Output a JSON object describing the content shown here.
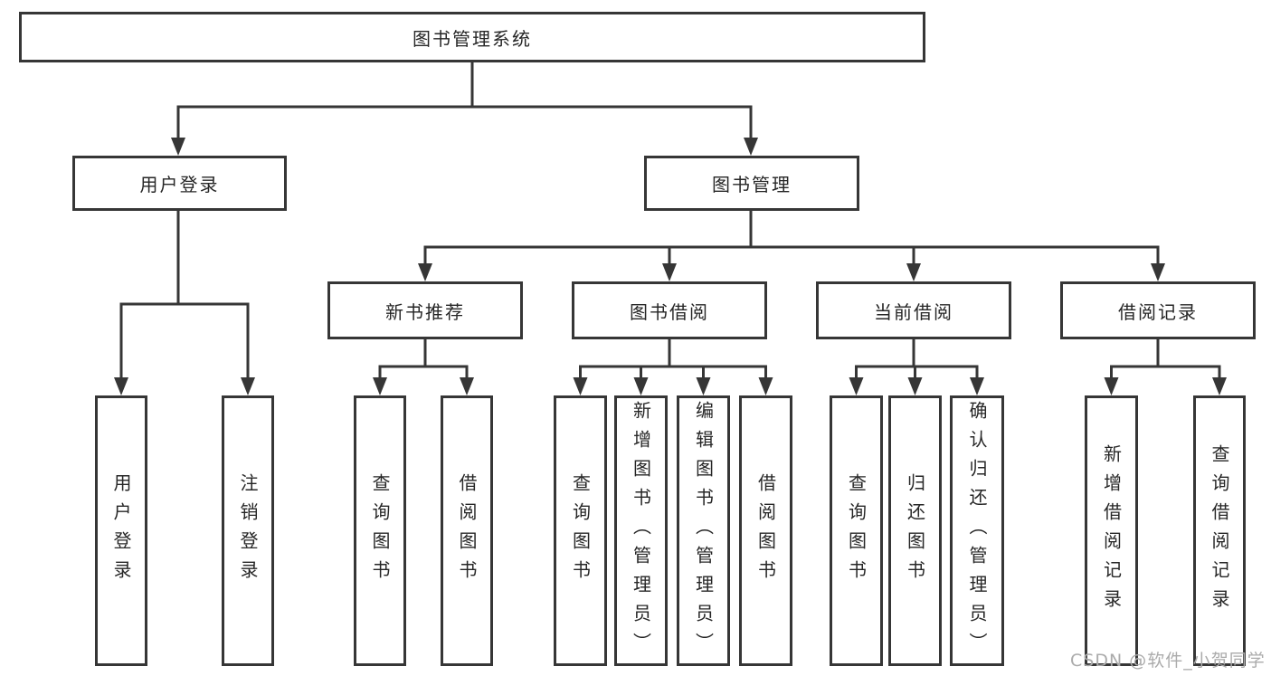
{
  "diagram": {
    "title": "图书管理系统",
    "line_color": "#363636",
    "box_background": "#ffffff",
    "text_color": "#262626",
    "tree": {
      "label": "图书管理系统",
      "children": [
        {
          "label": "用户登录",
          "children": [
            {
              "label": "用户登录"
            },
            {
              "label": "注销登录"
            }
          ]
        },
        {
          "label": "图书管理",
          "children": [
            {
              "label": "新书推荐",
              "children": [
                {
                  "label": "查询图书"
                },
                {
                  "label": "借阅图书"
                }
              ]
            },
            {
              "label": "图书借阅",
              "children": [
                {
                  "label": "查询图书"
                },
                {
                  "label": "新增图书（管理员）"
                },
                {
                  "label": "编辑图书（管理员）"
                },
                {
                  "label": "借阅图书"
                }
              ]
            },
            {
              "label": "当前借阅",
              "children": [
                {
                  "label": "查询图书"
                },
                {
                  "label": "归还图书"
                },
                {
                  "label": "确认归还（管理员）"
                }
              ]
            },
            {
              "label": "借阅记录",
              "children": [
                {
                  "label": "新增借阅记录"
                },
                {
                  "label": "查询借阅记录"
                }
              ]
            }
          ]
        }
      ]
    }
  },
  "watermark": {
    "text": "CSDN @软件_小贺同学",
    "color": "#ababab"
  }
}
